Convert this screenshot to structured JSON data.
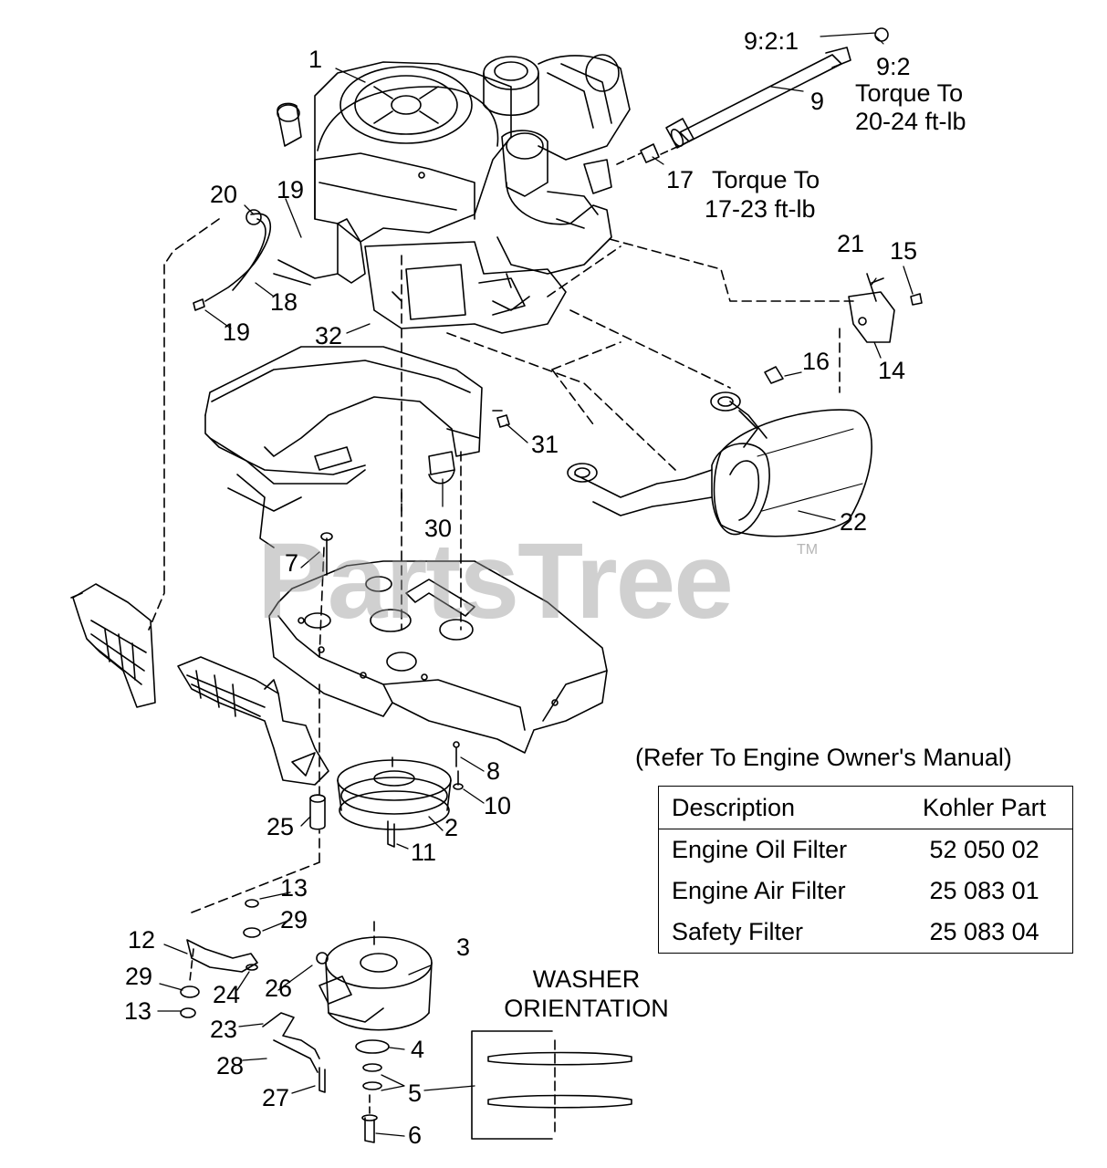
{
  "watermark": "PartsTree",
  "trademark": "TM",
  "callouts": {
    "c1": "1",
    "c2": "2",
    "c3": "3",
    "c4": "4",
    "c5": "5",
    "c6": "6",
    "c7": "7",
    "c8": "8",
    "c9": "9",
    "c9_2": "9:2",
    "c9_2_1": "9:2:1",
    "c10": "10",
    "c11": "11",
    "c12": "12",
    "c13a": "13",
    "c13b": "13",
    "c14": "14",
    "c15": "15",
    "c16": "16",
    "c17": "17",
    "c18": "18",
    "c19a": "19",
    "c19b": "19",
    "c20": "20",
    "c21": "21",
    "c22": "22",
    "c23": "23",
    "c24": "24",
    "c25": "25",
    "c26": "26",
    "c27": "27",
    "c28": "28",
    "c29a": "29",
    "c29b": "29",
    "c30": "30",
    "c31": "31",
    "c32": "32"
  },
  "notes": {
    "torque_9_line1": "Torque To",
    "torque_9_line2": "20-24 ft-lb",
    "torque_17_line1": "Torque To",
    "torque_17_line2": "17-23 ft-lb"
  },
  "reference_note": "(Refer To Engine Owner's Manual)",
  "filter_table": {
    "headers": [
      "Description",
      "Kohler Part"
    ],
    "rows": [
      {
        "description": "Engine Oil Filter",
        "part": "52 050 02"
      },
      {
        "description": "Engine Air Filter",
        "part": "25 083 01"
      },
      {
        "description": "Safety Filter",
        "part": "25 083 04"
      }
    ]
  },
  "washer": {
    "title_line1": "WASHER",
    "title_line2": "ORIENTATION"
  }
}
